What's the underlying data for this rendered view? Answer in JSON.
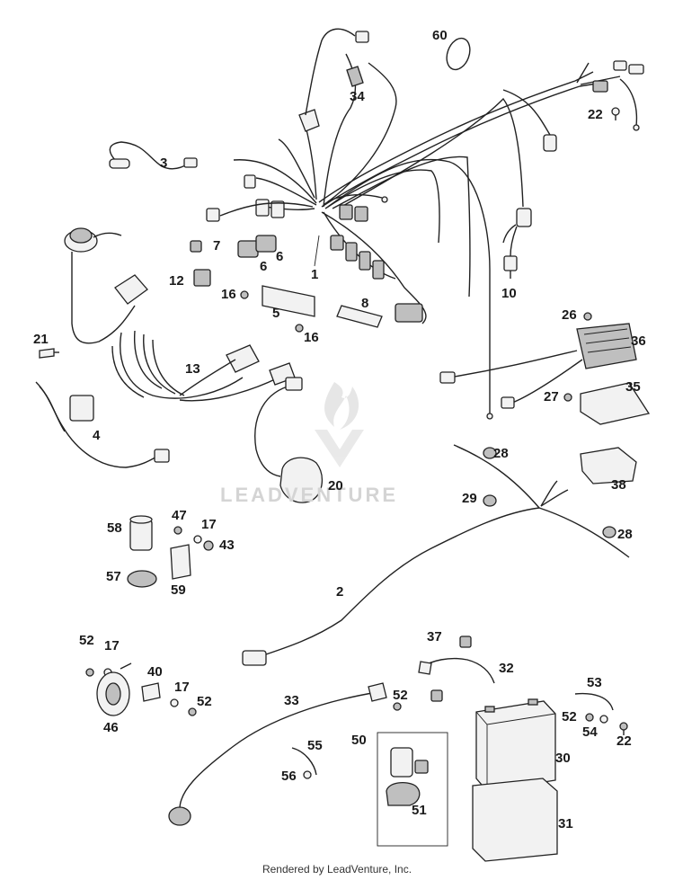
{
  "parts": {
    "p1": "1",
    "p2": "2",
    "p3": "3",
    "p4": "4",
    "p5": "5",
    "p6a": "6",
    "p6b": "6",
    "p7": "7",
    "p8": "8",
    "p10": "10",
    "p12": "12",
    "p13": "13",
    "p16a": "16",
    "p16b": "16",
    "p17a": "17",
    "p17b": "17",
    "p17c": "17",
    "p20": "20",
    "p21": "21",
    "p22a": "22",
    "p22b": "22",
    "p26": "26",
    "p27": "27",
    "p28a": "28",
    "p28b": "28",
    "p29": "29",
    "p30": "30",
    "p31": "31",
    "p32": "32",
    "p33": "33",
    "p34": "34",
    "p35": "35",
    "p36": "36",
    "p37": "37",
    "p38": "38",
    "p40": "40",
    "p43": "43",
    "p46": "46",
    "p47": "47",
    "p50": "50",
    "p51": "51",
    "p52a": "52",
    "p52b": "52",
    "p52c": "52",
    "p52d": "52",
    "p53": "53",
    "p54": "54",
    "p55": "55",
    "p56": "56",
    "p57": "57",
    "p58": "58",
    "p59": "59",
    "p60": "60"
  },
  "watermark": "LEADVENTURE",
  "footer": "Rendered by LeadVenture, Inc."
}
